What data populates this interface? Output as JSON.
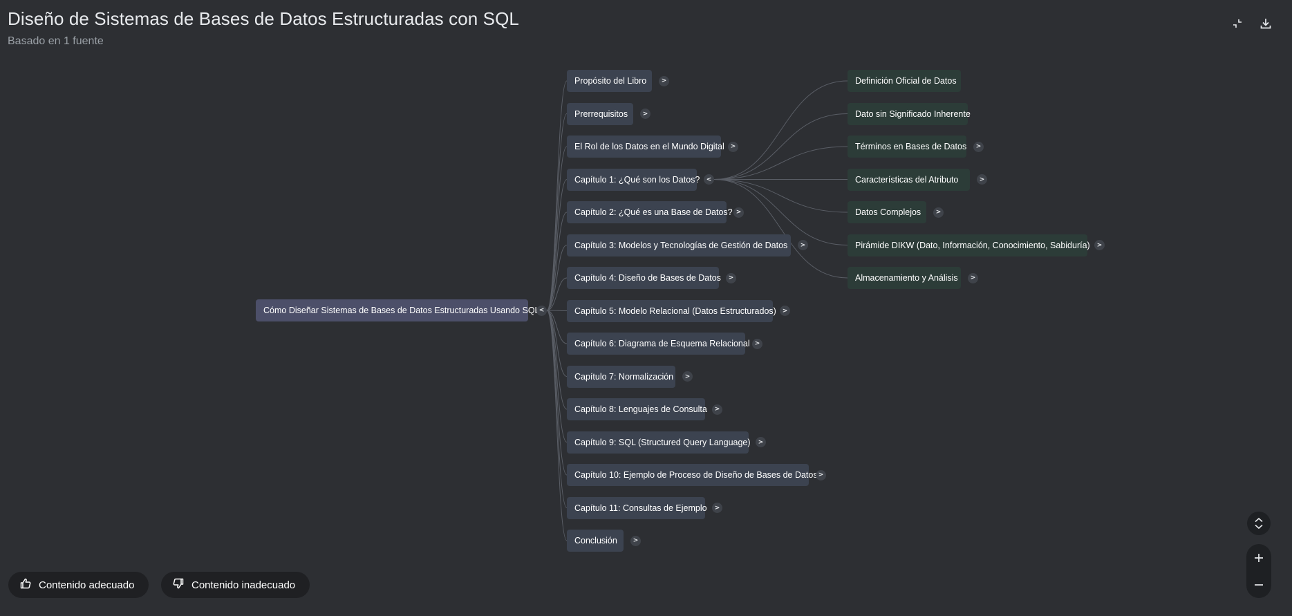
{
  "header": {
    "title": "Diseño de Sistemas de Bases de Datos Estructuradas con SQL",
    "subtitle": "Basado en 1 fuente",
    "collapse_icon": "collapse-icon",
    "download_icon": "download-icon"
  },
  "mindmap": {
    "root": {
      "label": "Cómo Diseñar Sistemas de Bases de Datos Estructuradas Usando SQL",
      "toggle": "<"
    },
    "level1": [
      {
        "label": "Propósito del Libro",
        "toggle": ">"
      },
      {
        "label": "Prerrequisitos",
        "toggle": ">"
      },
      {
        "label": "El Rol de los Datos en el Mundo Digital",
        "toggle": ">"
      },
      {
        "label": "Capítulo 1: ¿Qué son los Datos?",
        "toggle": "<"
      },
      {
        "label": "Capítulo 2: ¿Qué es una Base de Datos?",
        "toggle": ">"
      },
      {
        "label": "Capítulo 3: Modelos y Tecnologías de Gestión de Datos",
        "toggle": ">"
      },
      {
        "label": "Capítulo 4: Diseño de Bases de Datos",
        "toggle": ">"
      },
      {
        "label": "Capítulo 5: Modelo Relacional (Datos Estructurados)",
        "toggle": ">"
      },
      {
        "label": "Capítulo 6: Diagrama de Esquema Relacional",
        "toggle": ">"
      },
      {
        "label": "Capítulo 7: Normalización",
        "toggle": ">"
      },
      {
        "label": "Capítulo 8: Lenguajes de Consulta",
        "toggle": ">"
      },
      {
        "label": "Capítulo 9: SQL (Structured Query Language)",
        "toggle": ">"
      },
      {
        "label": "Capítulo 10: Ejemplo de Proceso de Diseño de Bases de Datos",
        "toggle": ">"
      },
      {
        "label": "Capítulo 11: Consultas de Ejemplo",
        "toggle": ">"
      },
      {
        "label": "Conclusión",
        "toggle": ">"
      }
    ],
    "level2": [
      {
        "label": "Definición Oficial de Datos",
        "toggle": ""
      },
      {
        "label": "Dato sin Significado Inherente",
        "toggle": ""
      },
      {
        "label": "Términos en Bases de Datos",
        "toggle": ">"
      },
      {
        "label": "Características del Atributo",
        "toggle": ">"
      },
      {
        "label": "Datos Complejos",
        "toggle": ">"
      },
      {
        "label": "Pirámide DIKW (Dato, Información, Conocimiento, Sabiduría)",
        "toggle": ">"
      },
      {
        "label": "Almacenamiento y Análisis",
        "toggle": ">"
      }
    ]
  },
  "feedback": {
    "good_label": "Contenido adecuado",
    "bad_label": "Contenido inadecuado",
    "good_icon": "thumbs-up-icon",
    "bad_icon": "thumbs-down-icon"
  },
  "zoom": {
    "fit_icon": "expand-collapse-icon",
    "zoom_in_icon": "plus-icon",
    "zoom_out_icon": "minus-icon"
  },
  "colors": {
    "background": "#2d2f33",
    "root_node": "#4c4f69",
    "level1_node": "#3c4350",
    "level2_node": "#2c3c38",
    "connector": "#5a5e66"
  }
}
